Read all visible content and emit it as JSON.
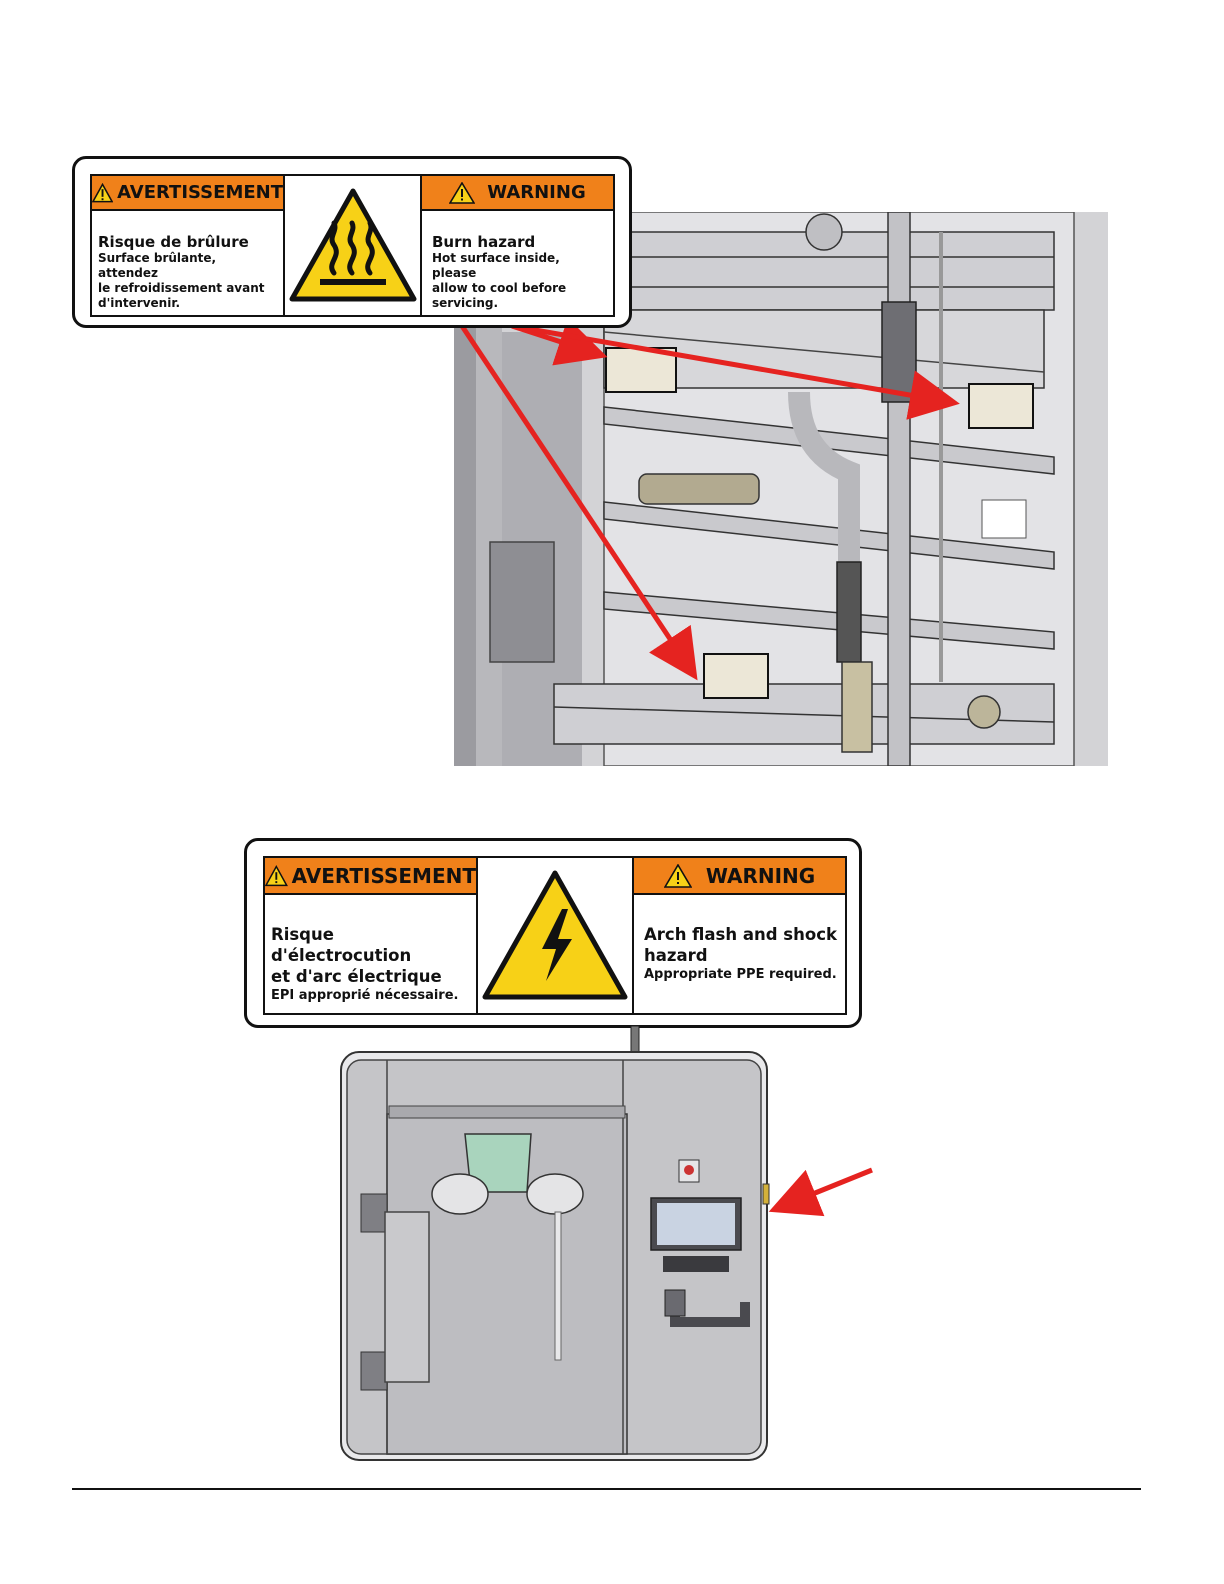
{
  "hot_label": {
    "fr_signal": "AVERTISSEMENT",
    "fr_heading": "Risque de brûlure",
    "fr_body_1": "Surface brûlante, attendez",
    "fr_body_2": "le refroidissement avant",
    "fr_body_3": "d'intervenir.",
    "en_signal": "WARNING",
    "en_heading": "Burn hazard",
    "en_body_1": "Hot surface inside, please",
    "en_body_2": "allow to cool before",
    "en_body_3": "servicing.",
    "symbol": "hot-surface-icon"
  },
  "electric_label": {
    "fr_signal": "AVERTISSEMENT",
    "fr_heading_1": "Risque d'électrocution",
    "fr_heading_2": "et d'arc électrique",
    "fr_body": "EPI approprié nécessaire.",
    "en_signal": "WARNING",
    "en_heading_1": "Arch flash and shock",
    "en_heading_2": "hazard",
    "en_body": "Appropriate PPE required.",
    "symbol": "electric-shock-icon"
  },
  "colors": {
    "signal_orange": "#f0811a",
    "symbol_yellow": "#f7d117",
    "arrow_red": "#e52320",
    "machine_gray": "#c5c5c8"
  }
}
